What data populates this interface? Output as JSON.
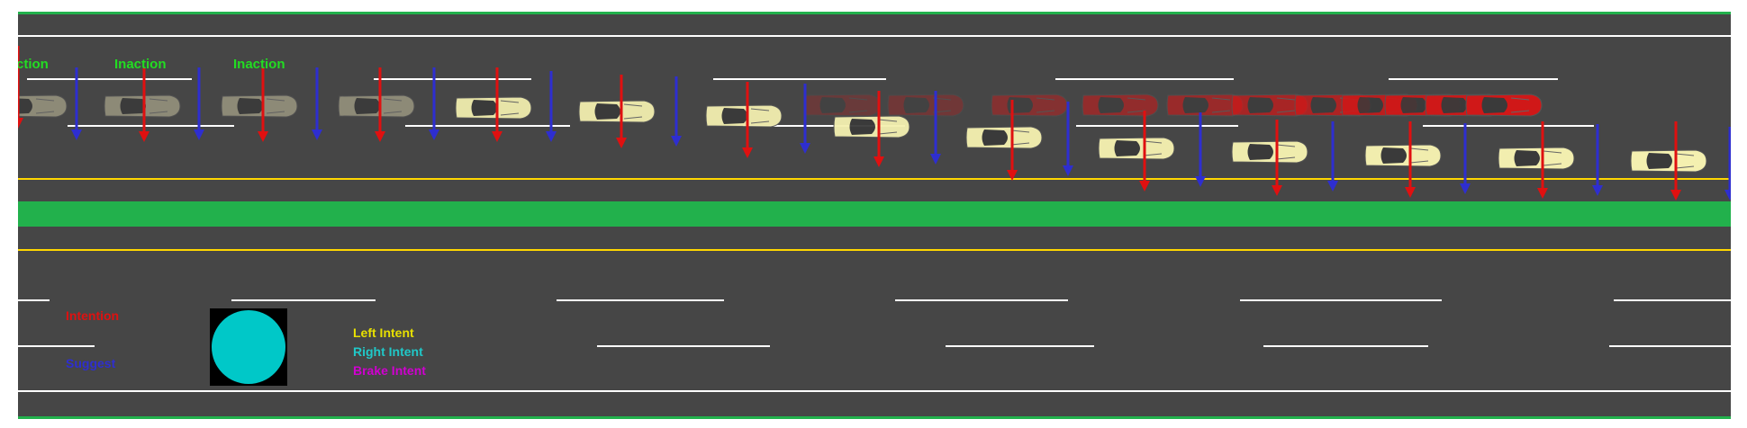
{
  "scene": {
    "colors": {
      "road": "#464646",
      "green": "#22b14c",
      "yellow_line": "#ffd700",
      "white_line": "#ffffff",
      "intention": "#e01010",
      "suggest": "#2e2ed0",
      "indicator": "#00c8c8",
      "left_intent": "#e8e000",
      "right_intent": "#20c8c8",
      "brake_intent": "#d000d0",
      "ego_car": "#f4f0b0",
      "past_car": "#9a9680",
      "leading_car": "#d01818"
    },
    "inaction_labels": [
      "ction",
      "Inaction",
      "Inaction"
    ],
    "legend": {
      "intention": "Intention",
      "suggest": "Suggest",
      "left_intent": "Left Intent",
      "right_intent": "Right Intent",
      "brake_intent": "Brake Intent"
    },
    "indicator_icon": "cyan-circle-icon"
  }
}
